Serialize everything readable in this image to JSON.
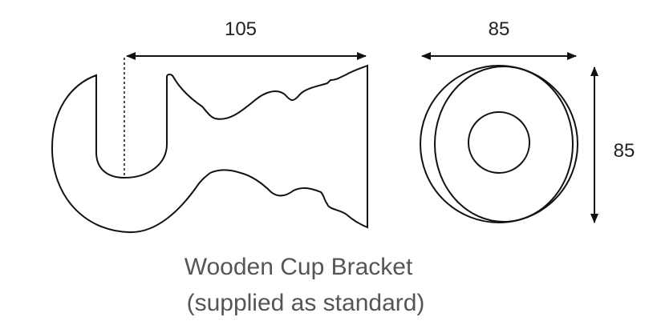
{
  "dimensions": {
    "side_length": "105",
    "front_width": "85",
    "front_height": "85"
  },
  "caption": {
    "line1": "Wooden Cup Bracket",
    "line2": "(supplied as standard)"
  }
}
